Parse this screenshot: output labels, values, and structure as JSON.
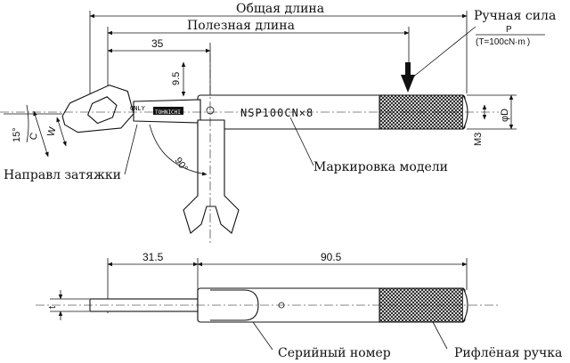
{
  "labels": {
    "overall_length": "Общая длина",
    "effective_length": "Полезная длина",
    "manual_force": "Ручная сила",
    "force_symbol": "P",
    "torque_note": "(T=100cN·m )",
    "tightening_direction": "Направл затяжки",
    "model_marking": "Маркировка модели",
    "serial_number": "Серийный номер",
    "knurled_grip": "Рифлёная ручка"
  },
  "dimensions": {
    "d35": "35",
    "d9_5": "9.5",
    "angle_15": "15°",
    "angle_90": "90°",
    "c": "C",
    "w": "W",
    "phi_d": "φD",
    "m3": "M3",
    "d31_5": "31.5",
    "d90_5": "90.5",
    "t": "t"
  },
  "markings": {
    "model": "NSP100CN×8",
    "only": "ONLY",
    "brand": "TOHNICHI"
  }
}
